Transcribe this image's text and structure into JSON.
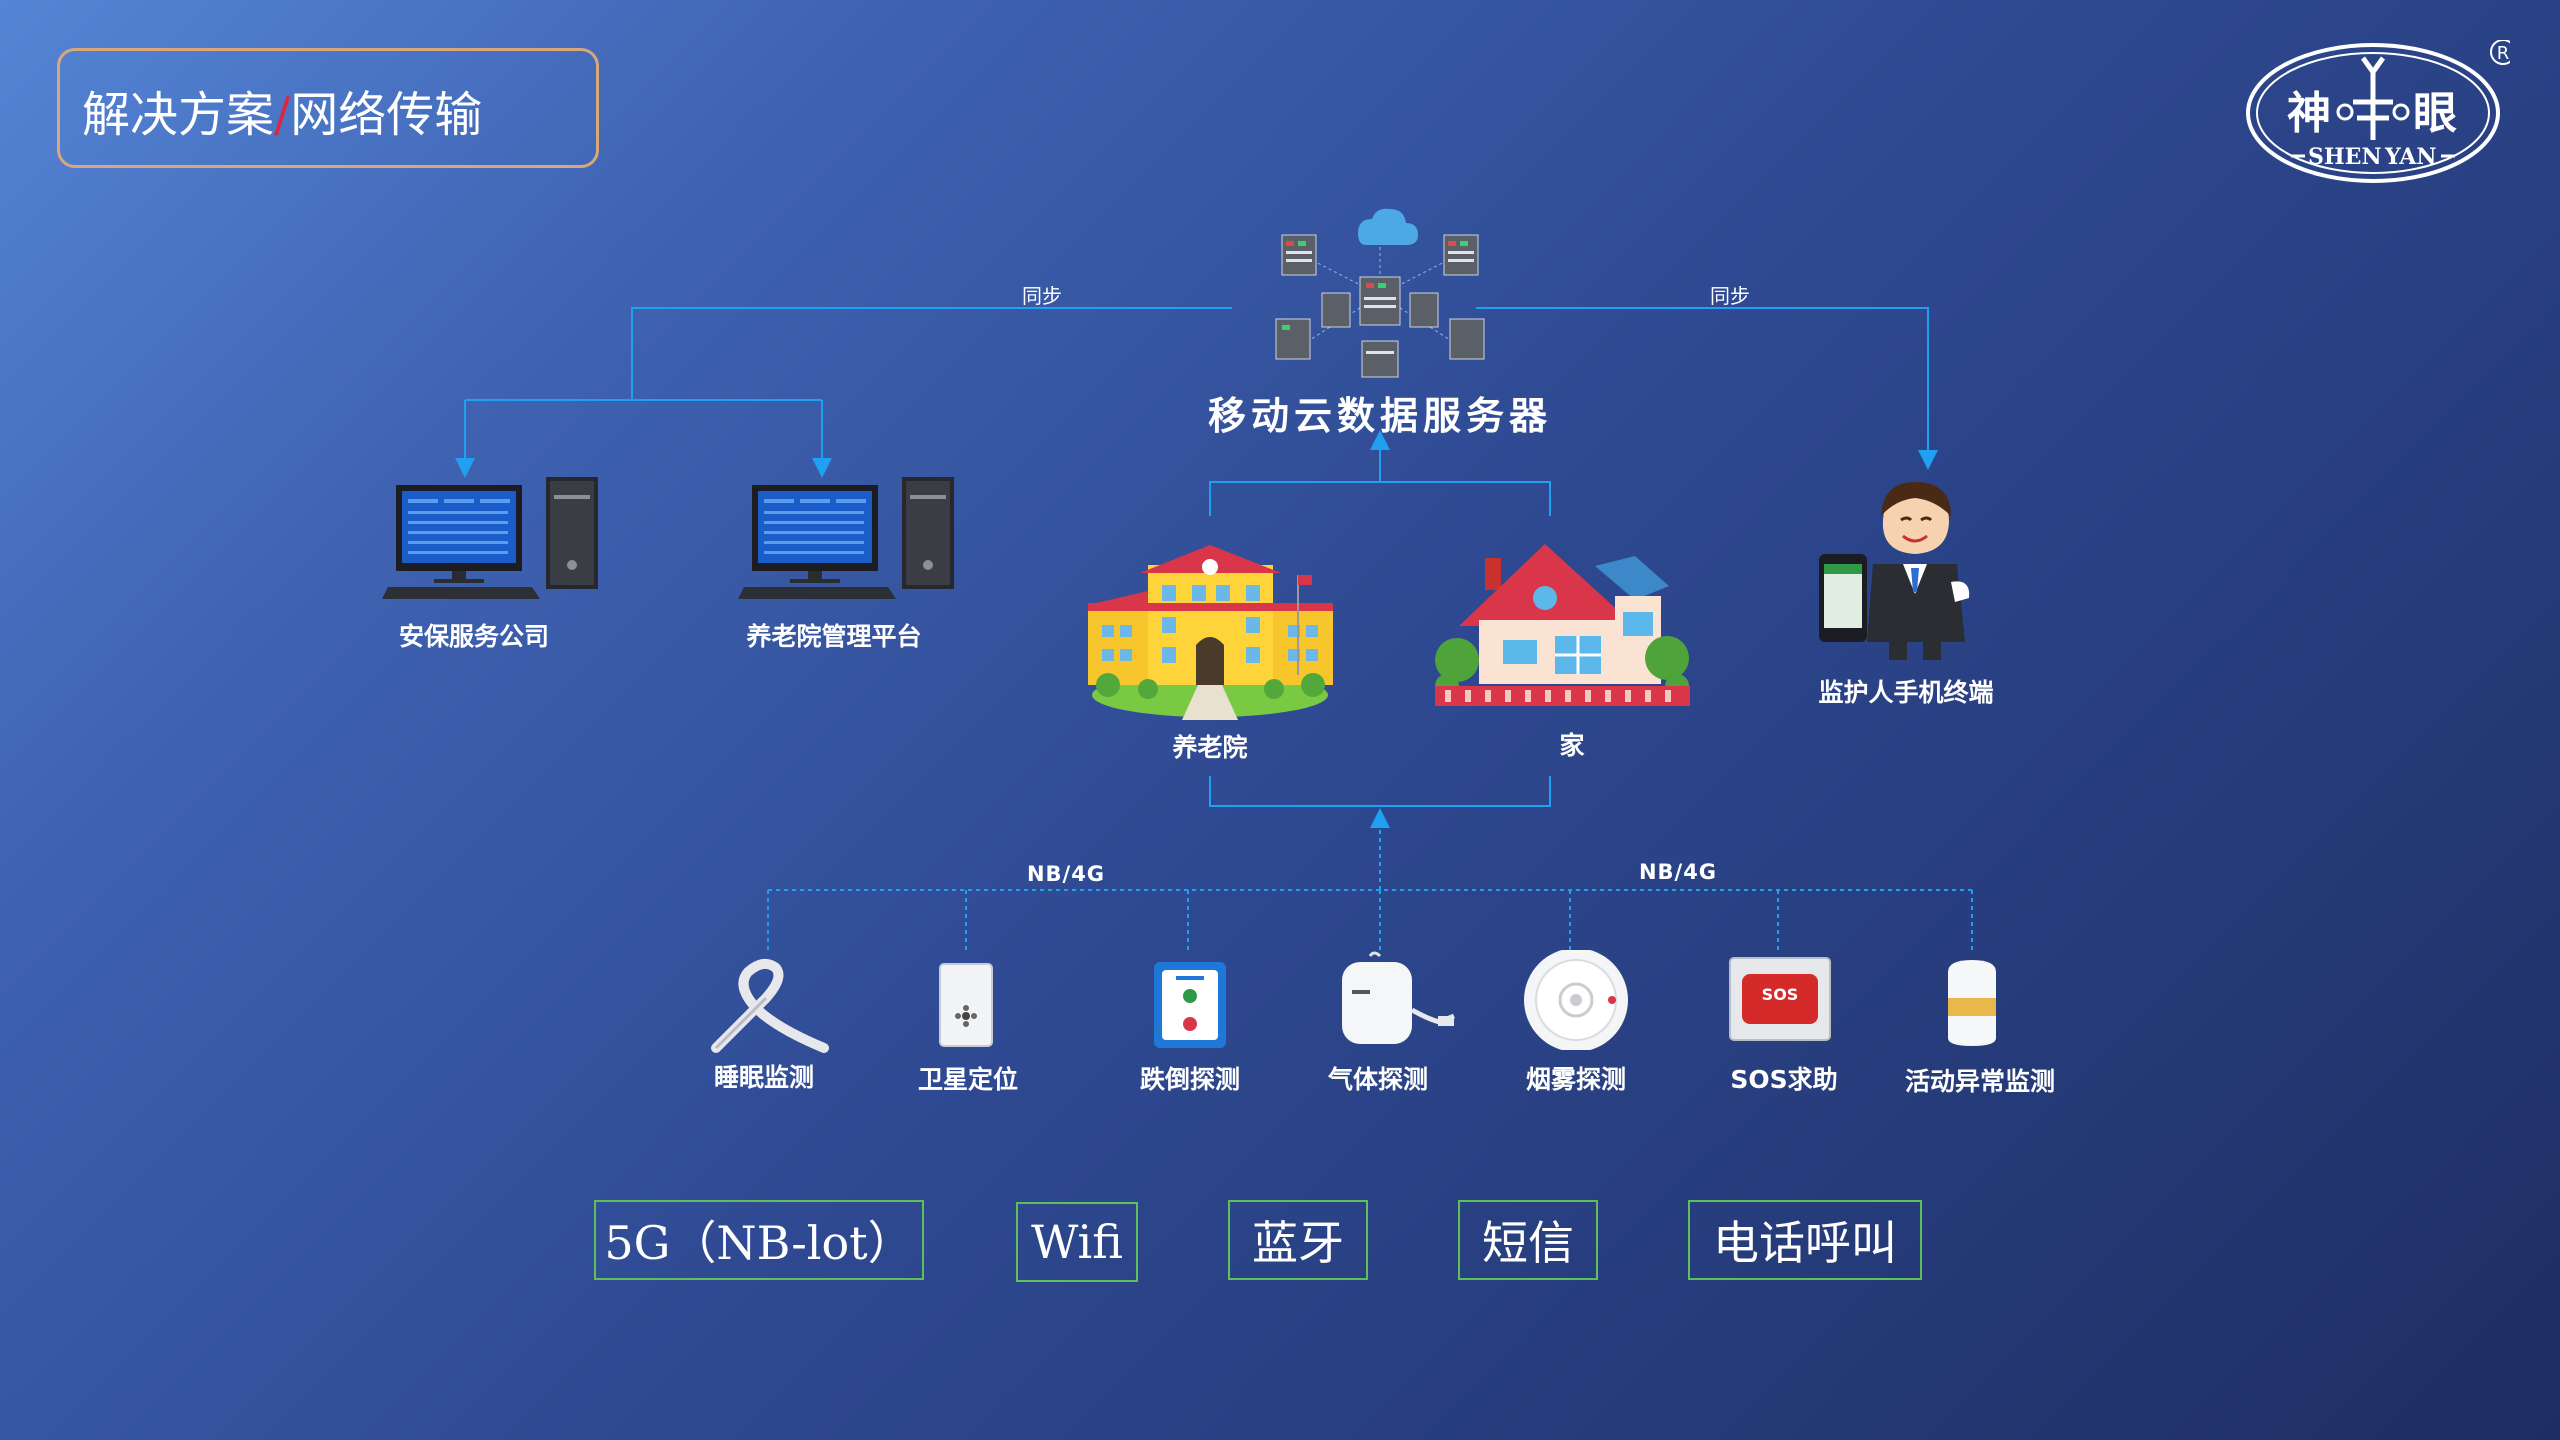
{
  "title": {
    "part1": "解决方案",
    "slash": "/",
    "part2": "网络传输"
  },
  "logo": {
    "char_left": "神",
    "char_right": "眼",
    "sub_left": "SHEN",
    "sub_right": "YAN",
    "registered": "R"
  },
  "server": {
    "label": "移动云数据服务器"
  },
  "sync_label": "同步",
  "clients": {
    "security": "安保服务公司",
    "nursing_platform": "养老院管理平台",
    "guardian": "监护人手机终端"
  },
  "sites": {
    "nursing_home": "养老院",
    "home": "家"
  },
  "link_label": "NB/4G",
  "devices": [
    {
      "label": "睡眠监测",
      "icon": "sleep-band-icon"
    },
    {
      "label": "卫星定位",
      "icon": "gps-tracker-icon"
    },
    {
      "label": "跌倒探测",
      "icon": "fall-detector-icon"
    },
    {
      "label": "气体探测",
      "icon": "gas-detector-icon"
    },
    {
      "label": "烟雾探测",
      "icon": "smoke-detector-icon"
    },
    {
      "label": "SOS求助",
      "icon": "sos-button-icon"
    },
    {
      "label": "活动异常监测",
      "icon": "motion-sensor-icon"
    }
  ],
  "sos_text": "SOS",
  "protocols": [
    "5G（NB-lot）",
    "Wifi",
    "蓝牙",
    "短信",
    "电话呼叫"
  ],
  "colors": {
    "line": "#1fa0f0",
    "protocol_border": "#5fbf5a",
    "title_border": "#d9a77a",
    "accent_red": "#e0243b"
  }
}
